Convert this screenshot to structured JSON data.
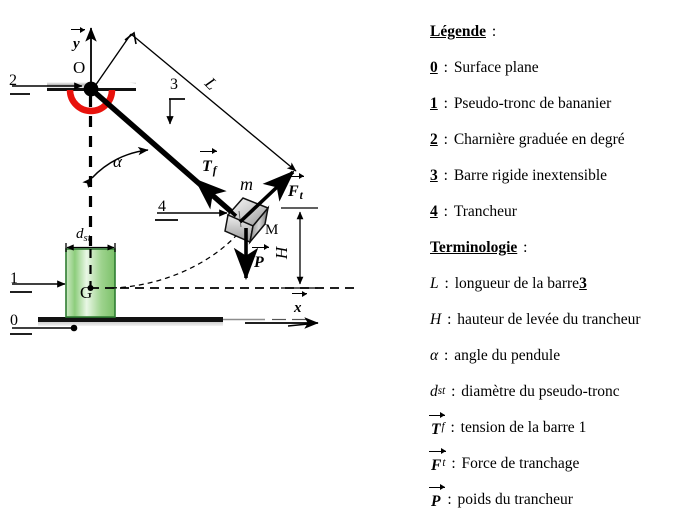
{
  "legend": {
    "title": "Légende",
    "items": [
      {
        "key": "0",
        "text": "Surface plane"
      },
      {
        "key": "1",
        "text": "Pseudo-tronc de bananier"
      },
      {
        "key": "2",
        "text": "Charnière graduée en degré"
      },
      {
        "key": "3",
        "text": "Barre rigide inextensible"
      },
      {
        "key": "4",
        "text": "Trancheur"
      }
    ],
    "terminology_title": "Terminologie",
    "terms": [
      {
        "symbol": "L",
        "sub": "",
        "vector": false,
        "text": "longueur de la barre ",
        "suffix_key": "3"
      },
      {
        "symbol": "H",
        "sub": "",
        "vector": false,
        "text": "hauteur de levée du trancheur",
        "suffix_key": ""
      },
      {
        "symbol": "α",
        "sub": "",
        "vector": false,
        "text": "angle du pendule",
        "suffix_key": ""
      },
      {
        "symbol": "d",
        "sub": "st",
        "vector": false,
        "text": "diamètre du pseudo-tronc",
        "suffix_key": ""
      },
      {
        "symbol": "T",
        "sub": "f",
        "vector": true,
        "text": "tension de la barre 1",
        "suffix_key": ""
      },
      {
        "symbol": "F",
        "sub": "t",
        "vector": true,
        "text": "Force de tranchage",
        "suffix_key": ""
      },
      {
        "symbol": "P",
        "sub": "",
        "vector": true,
        "text": "poids du trancheur",
        "suffix_key": ""
      }
    ]
  },
  "diagram": {
    "callouts": [
      {
        "name": "0",
        "label": "0"
      },
      {
        "name": "1",
        "label": "1"
      },
      {
        "name": "2",
        "label": "2"
      },
      {
        "name": "3",
        "label": "3"
      },
      {
        "name": "4",
        "label": "4"
      }
    ],
    "origin_label": "O",
    "cog_label": "G",
    "point_m_label": "M",
    "mass_label": "m",
    "axis_y": "y",
    "axis_x": "x",
    "length_label": "L",
    "height_label": "H",
    "angle_label": "α",
    "diameter_label": "d",
    "diameter_sub": "st",
    "tension_label": "T",
    "tension_sub": "f",
    "force_label": "F",
    "force_sub": "t",
    "weight_label": "P"
  },
  "colors": {
    "trunk_fill_light": "#e8f6e4",
    "trunk_fill_mid": "#8fcf7e",
    "trunk_stroke": "#2f7d32",
    "hinge_red": "#e8120c",
    "cutter_light": "#f2f2f2",
    "cutter_mid": "#9a9a9a",
    "cutter_dark": "#5c5c5c",
    "line": "#000000",
    "shadow": "#a8a8a8"
  }
}
